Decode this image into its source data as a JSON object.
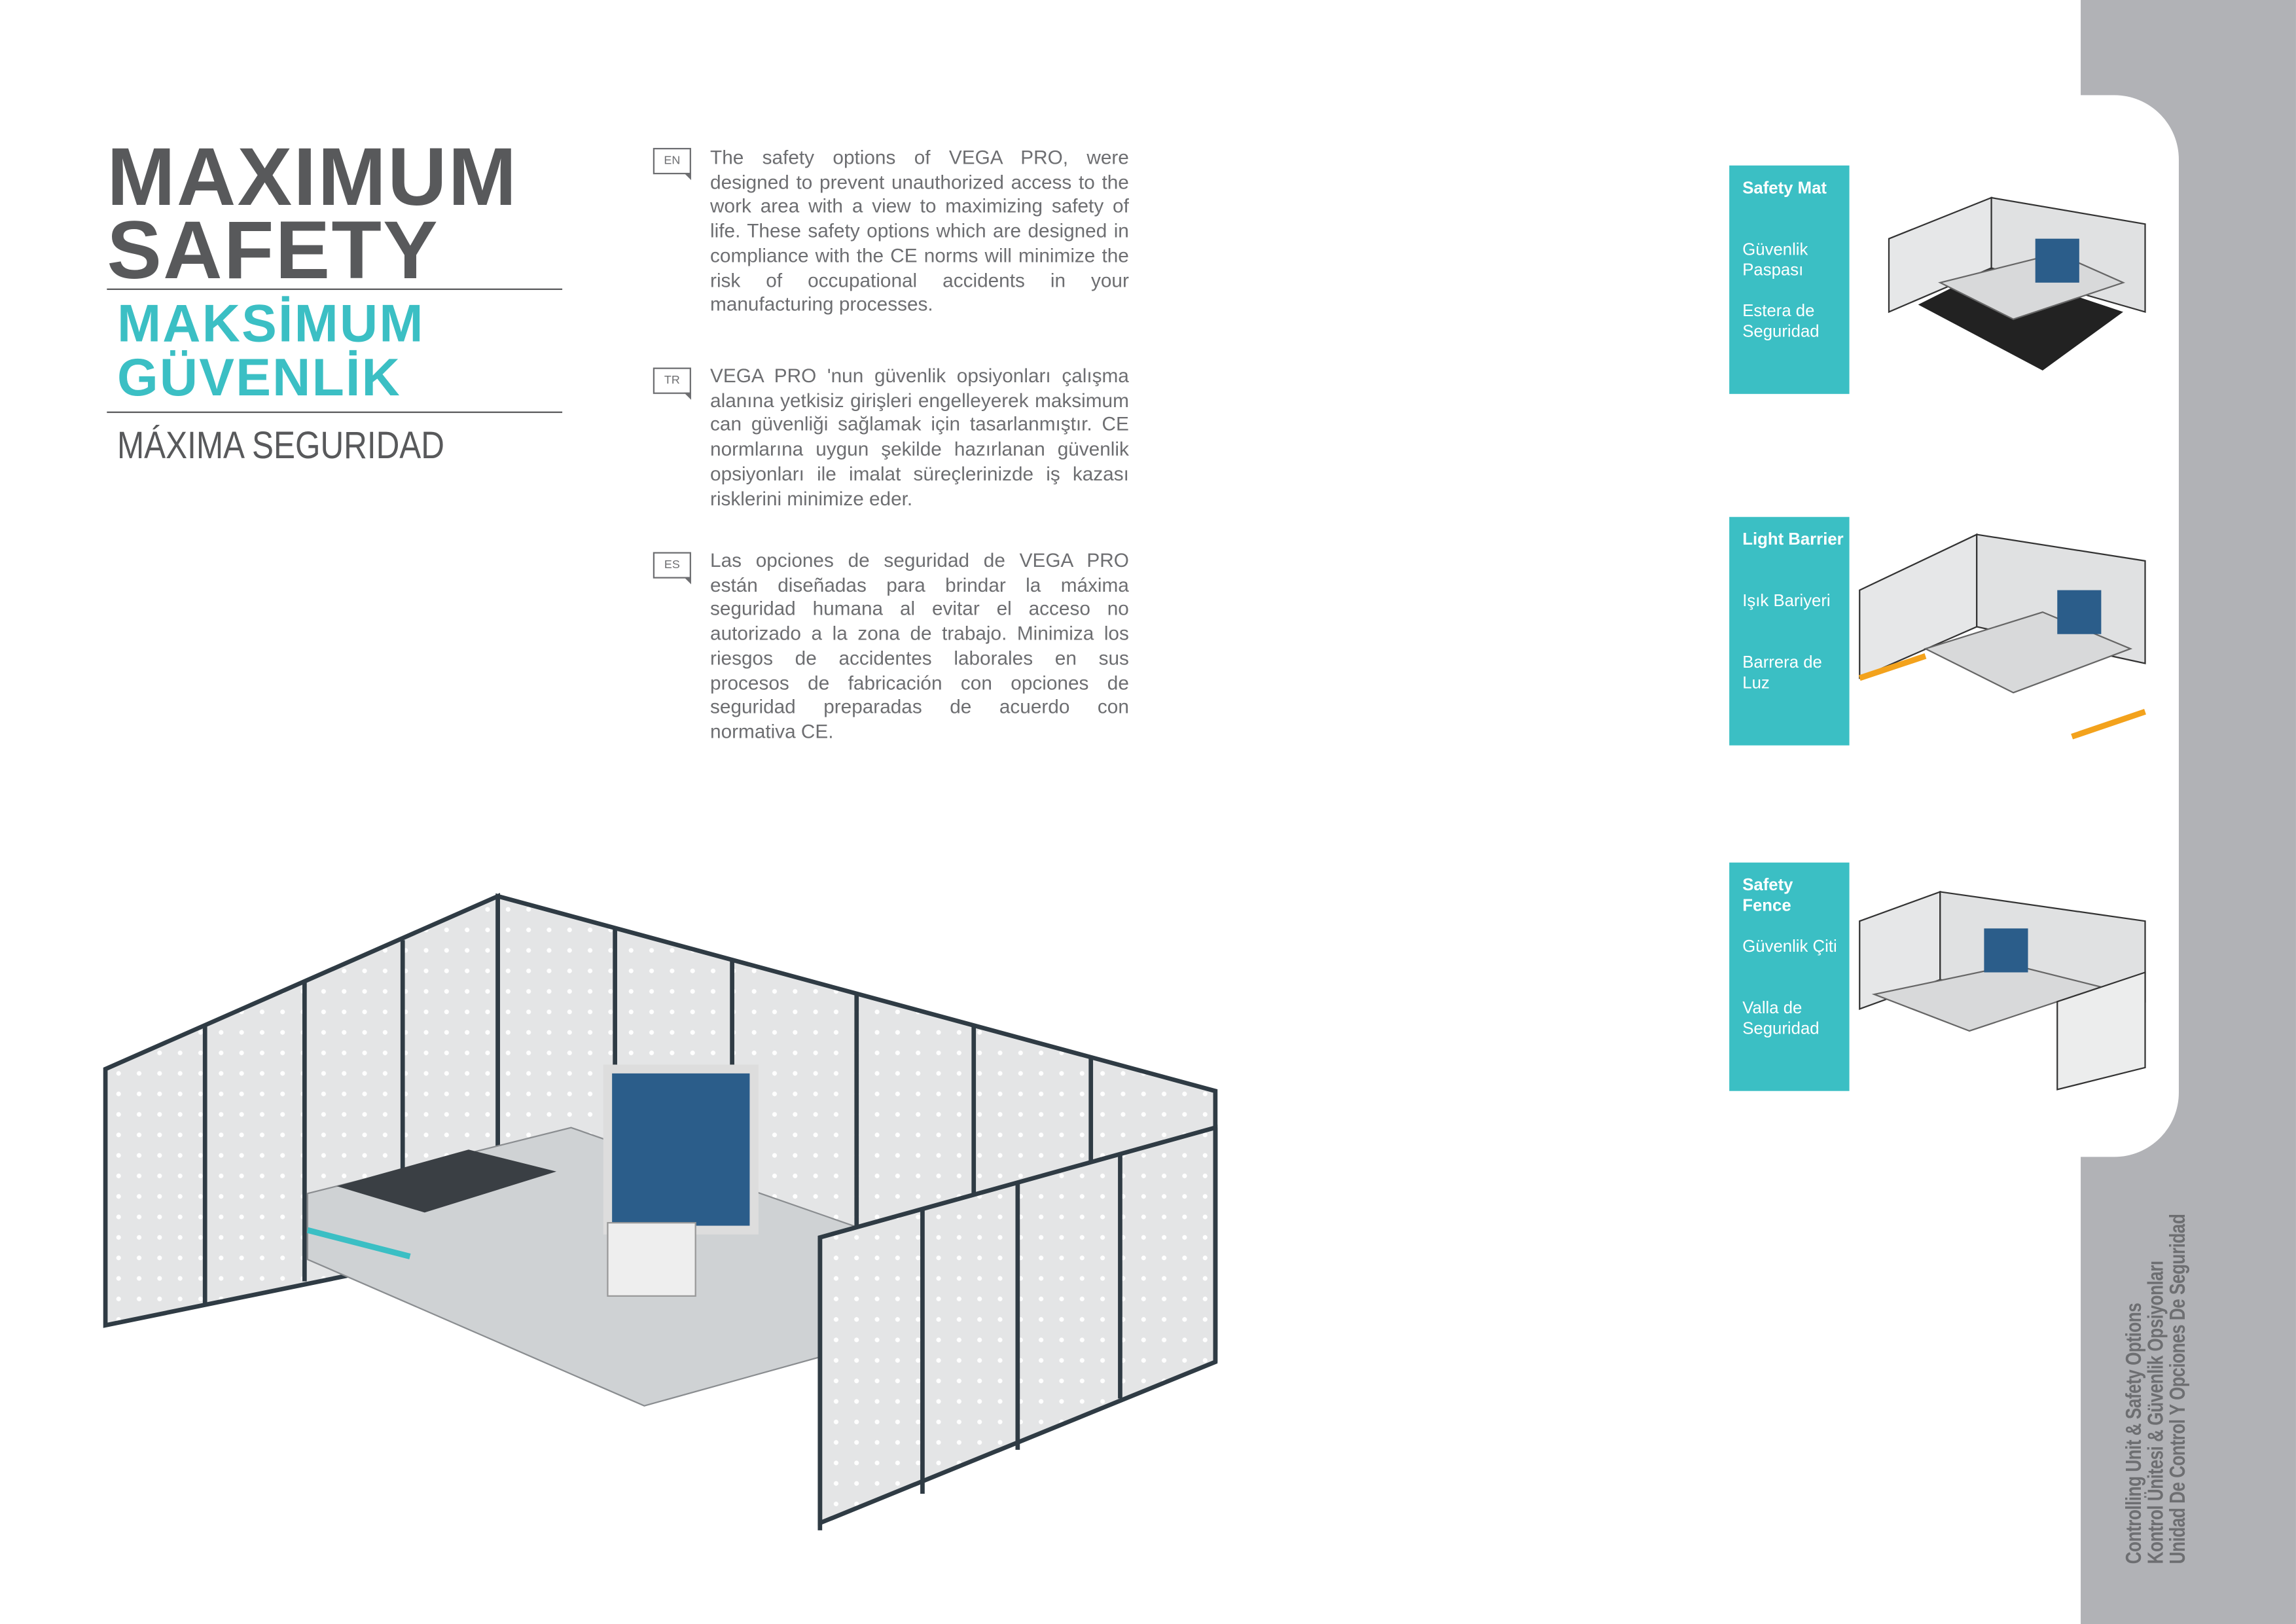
{
  "title": {
    "en_line1": "MAXIMUM",
    "en_line2": "SAFETY",
    "tr_line1": "MAKSİMUM",
    "tr_line2": "GÜVENLİK",
    "es": "MÁXIMA SEGURIDAD"
  },
  "descriptions": [
    {
      "lang": "EN",
      "text": "The safety options of VEGA PRO, were designed to prevent unauthorized access to the work area with a view to maximizing safety of life. These safety options which are designed in compliance with the CE norms will minimize the risk of occupational accidents in your manufacturing processes."
    },
    {
      "lang": "TR",
      "text": "VEGA PRO 'nun güvenlik opsiyonları çalışma alanına yetkisiz girişleri engelleyerek maksimum can güvenliği sağlamak için tasarlanmıştır. CE normlarına uygun şekilde hazırlanan güvenlik opsiyonları ile imalat süreçlerinizde iş kazası risklerini minimize eder."
    },
    {
      "lang": "ES",
      "text": "Las opciones de seguridad de VEGA PRO están diseñadas para brindar la máxima seguridad humana al evitar el acceso no autorizado a la zona de trabajo. Minimiza los riesgos de accidentes laborales en sus procesos de fabricación con opciones de seguridad preparadas de acuerdo con normativa CE."
    }
  ],
  "options": [
    {
      "en": "Safety Mat",
      "tr": "Güvenlik Paspası",
      "es": "Estera de Seguridad"
    },
    {
      "en": "Light Barrier",
      "tr": "Işık Bariyeri",
      "es": "Barrera de Luz"
    },
    {
      "en": "Safety Fence",
      "tr": "Güvenlik Çiti",
      "es": "Valla de Seguridad"
    }
  ],
  "sidebar": {
    "lines": [
      "Controlling Unit & Safety Options",
      "Kontrol Ünitesi & Güvenlik Opsiyonları",
      "Unidad De Control Y Opciones De Seguridad"
    ]
  },
  "colors": {
    "accent": "#3bbfc4",
    "text": "#58595b",
    "sidebar": "#b1b2b6"
  }
}
